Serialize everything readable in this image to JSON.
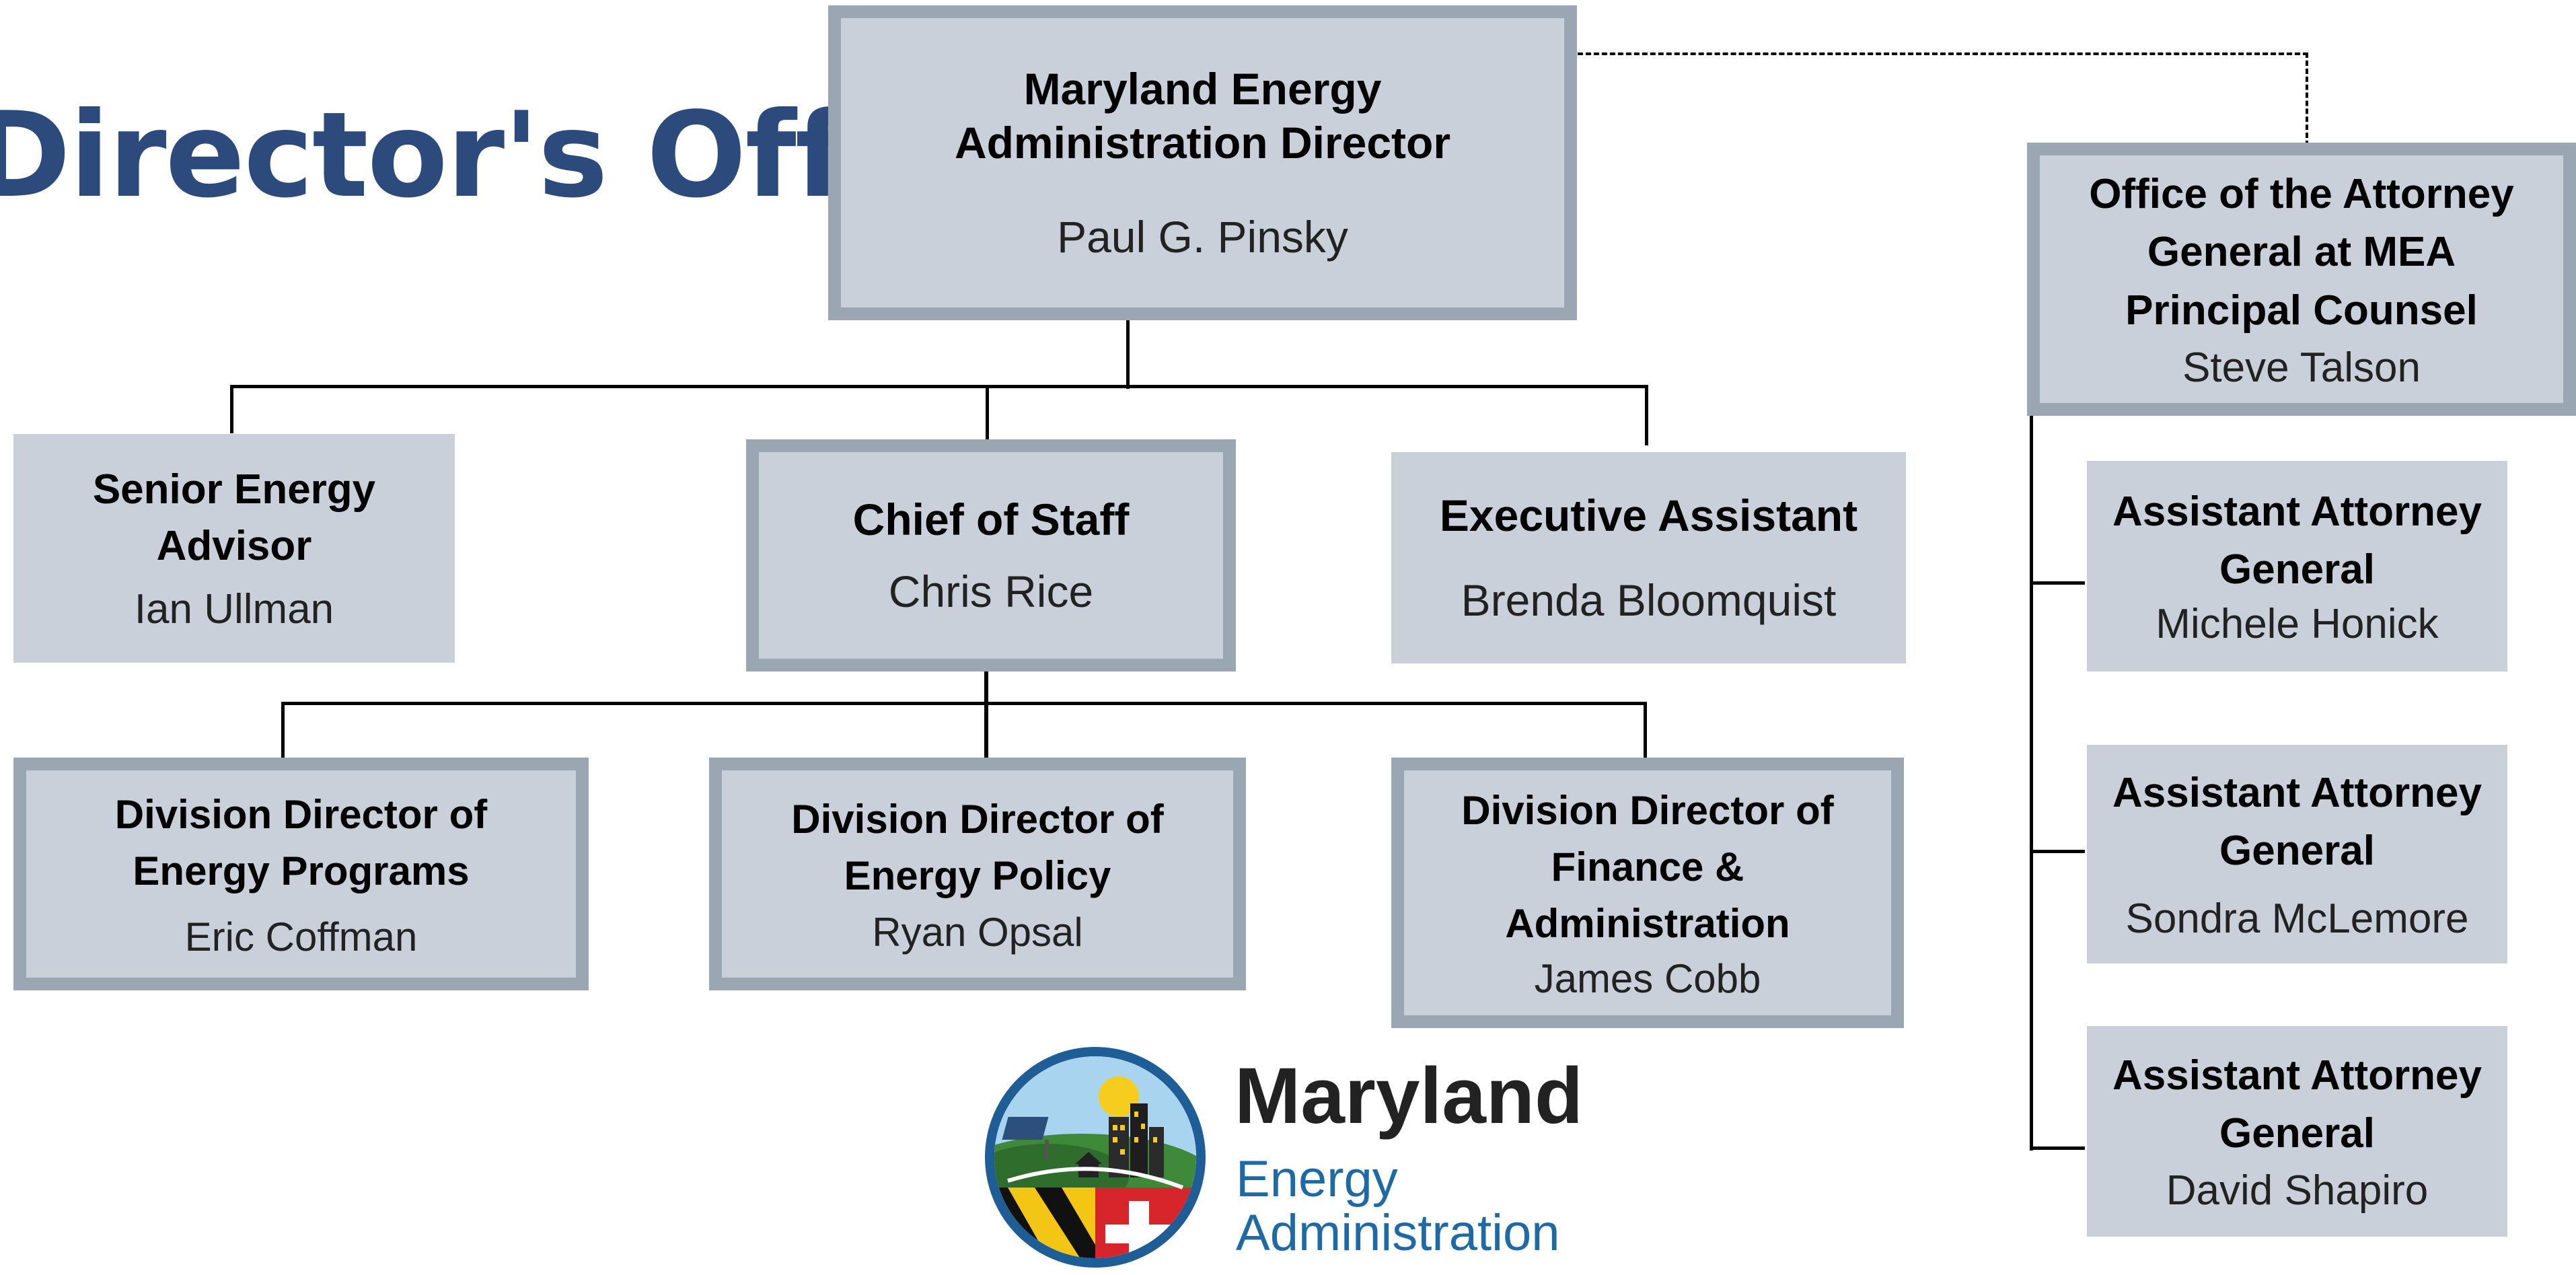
{
  "page_title": "Director's Office",
  "director": {
    "role": "Maryland Energy Administration Director",
    "name": "Paul G. Pinsky"
  },
  "senior_advisor": {
    "role": "Senior Energy Advisor",
    "name": "Ian Ullman"
  },
  "chief_of_staff": {
    "role": "Chief of Staff",
    "name": "Chris Rice"
  },
  "executive_assistant": {
    "role": "Executive Assistant",
    "name": "Brenda Bloomquist"
  },
  "energy_programs": {
    "role": "Division Director of Energy Programs",
    "name": "Eric Coffman"
  },
  "energy_policy": {
    "role": "Division Director of Energy Policy",
    "name": "Ryan Opsal"
  },
  "finance_admin": {
    "role": "Division Director of Finance & Administration",
    "name": "James Cobb"
  },
  "attorney_general_office": {
    "role": "Office of the Attorney General at MEA Principal Counsel",
    "name": "Steve Talson"
  },
  "assistant_ag_1": {
    "role": "Assistant Attorney General",
    "name": "Michele Honick"
  },
  "assistant_ag_2": {
    "role": "Assistant Attorney General",
    "name": "Sondra McLemore"
  },
  "assistant_ag_3": {
    "role": "Assistant Attorney General",
    "name": "David Shapiro"
  },
  "logo": {
    "name": "Maryland",
    "subtitle_line1": "Energy",
    "subtitle_line2": "Administration"
  },
  "colors": {
    "box_fill": "#c9d0da",
    "box_border": "#9aa6b2",
    "title": "#2c4a7c",
    "logo_blue": "#1f6aa5"
  }
}
